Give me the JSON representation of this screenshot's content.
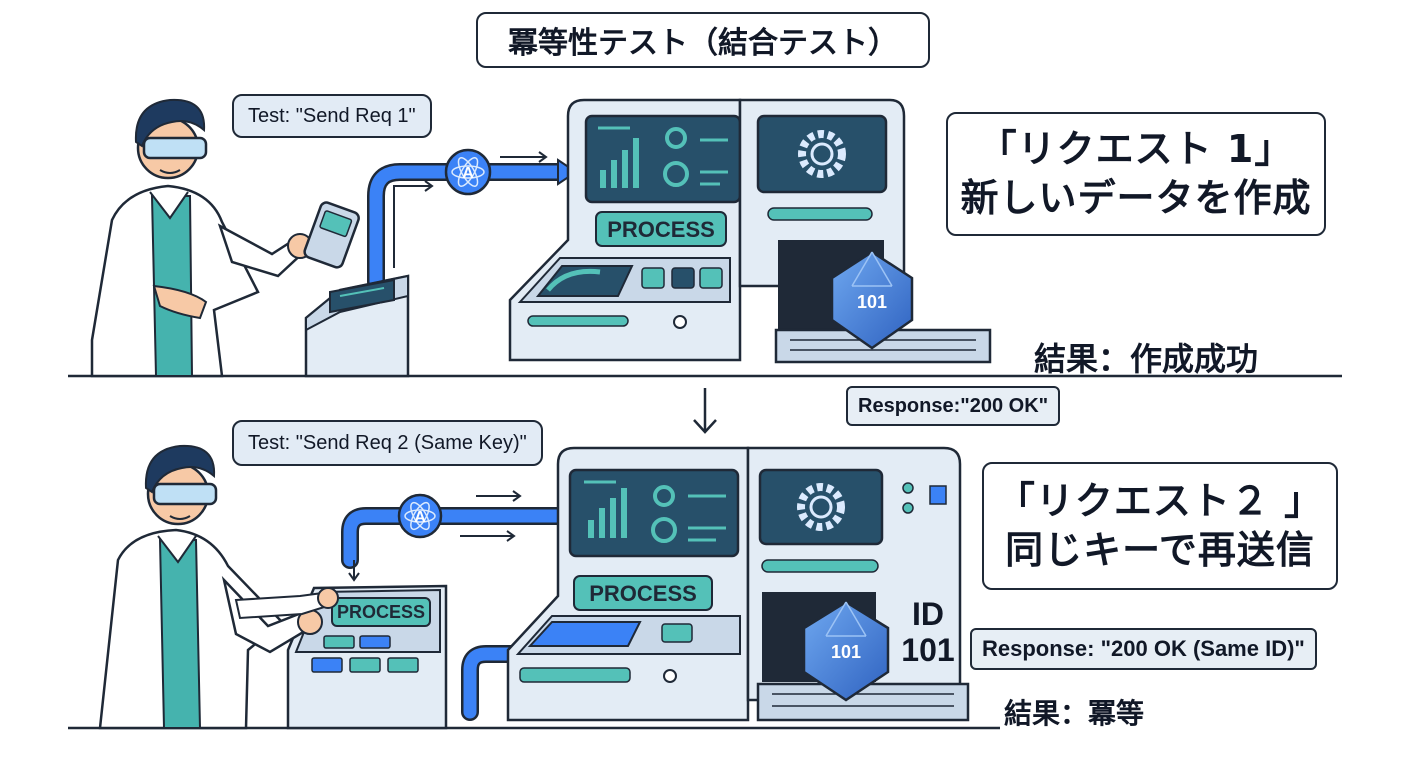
{
  "title": "冪等性テスト（結合テスト）",
  "scene1": {
    "speech": "Test: \"Send Req 1\"",
    "step_line1": "「リクエスト 1」",
    "step_line2": "新しいデータを作成",
    "machine_label": "PROCESS",
    "cube_label": "101",
    "response": "Response:\"200 OK\"",
    "result": "結果：作成成功"
  },
  "scene2": {
    "speech": "Test: \"Send Req 2 (Same Key)\"",
    "step_line1": "「リクエスト２ 」",
    "step_line2": "同じキーで再送信",
    "terminal_label": "PROCESS",
    "machine_label": "PROCESS",
    "cube_label": "101",
    "id_line1": "ID",
    "id_line2": "101",
    "response": "Response: \"200 OK (Same ID)\"",
    "result": "結果：冪等"
  },
  "api_icon_letter": "A",
  "colors": {
    "outline": "#1f2937",
    "machine_body": "#e3ecf5",
    "screen": "#27506a",
    "teal": "#54c1b8",
    "pipe": "#3b82f6",
    "cube": "#3a7bd5",
    "coat": "#ffffff",
    "shirt": "#45b3ae",
    "hair": "#1e3a5f"
  }
}
